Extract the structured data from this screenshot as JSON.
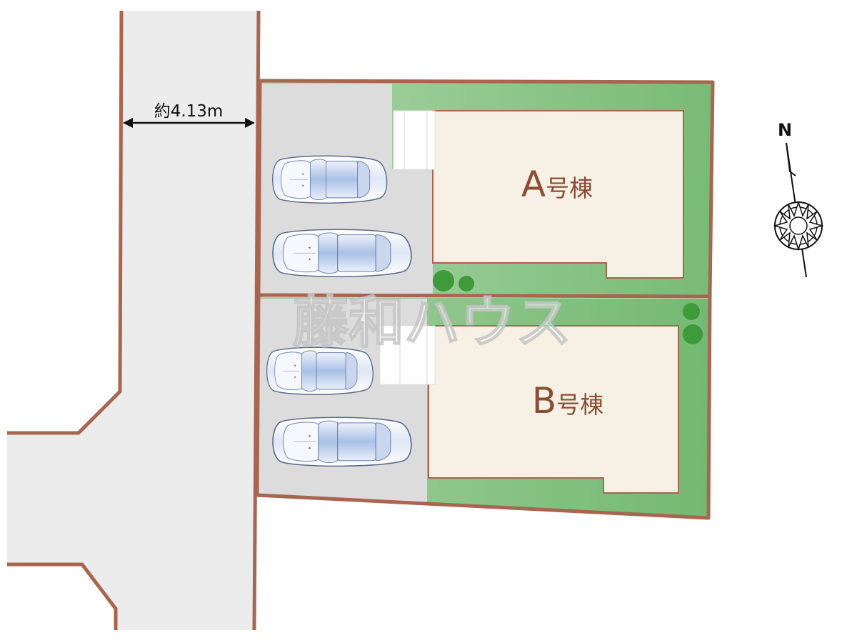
{
  "road": {
    "width_label": "約4.13m"
  },
  "lots": [
    {
      "id": "A",
      "letter": "A",
      "suffix": "号棟",
      "parking_spaces": 2
    },
    {
      "id": "B",
      "letter": "B",
      "suffix": "号棟",
      "parking_spaces": 2
    }
  ],
  "compass": {
    "label": "N"
  },
  "watermark": {
    "text": "藤和ハウス"
  },
  "colors": {
    "boundary": "#a8654f",
    "road": "#ececec",
    "parking": "#dcdcdc",
    "garden": "#7cbd7a",
    "house": "#f6f0e5",
    "label": "#8a4e34",
    "tree": "#3f9a3c"
  }
}
